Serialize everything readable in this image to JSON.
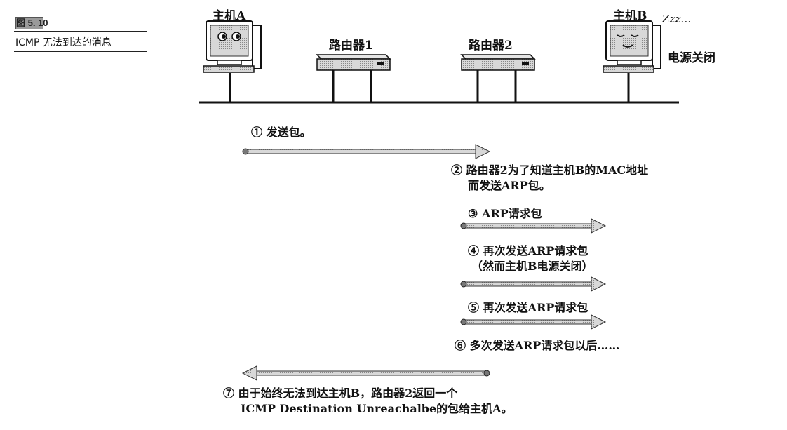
{
  "figure": {
    "number": "图 5. 10",
    "caption": "ICMP 无法到达的消息"
  },
  "nodes": {
    "host_a": "主机A",
    "router1": "路由器1",
    "router2": "路由器2",
    "host_b": "主机B",
    "host_b_sleep": "Zzz…",
    "host_b_state": "电源关闭"
  },
  "steps": {
    "s1": "① 发送包。",
    "s2_line1": "② 路由器2为了知道主机B的MAC地址",
    "s2_line2": "而发送ARP包。",
    "s3": "③ ARP请求包",
    "s4_line1": "④ 再次发送ARP请求包",
    "s4_line2": "（然而主机B电源关闭）",
    "s5": "⑤ 再次发送ARP请求包",
    "s6": "⑥ 多次发送ARP请求包以后……",
    "s7_line1": "⑦ 由于始终无法到达主机B，路由器2返回一个",
    "s7_line2": "ICMP Destination Unreachalbe的包给主机A。"
  }
}
